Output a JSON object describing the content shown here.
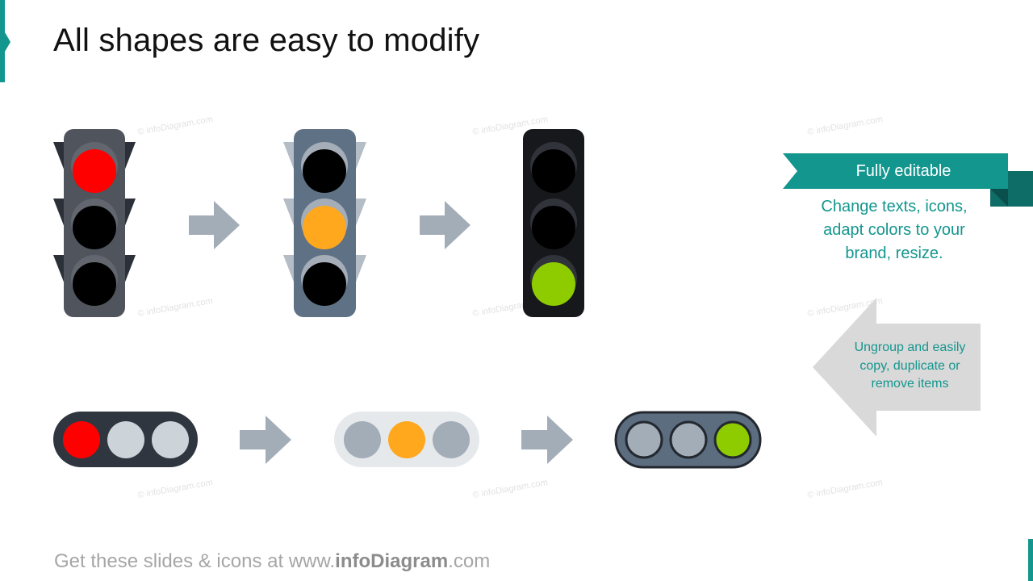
{
  "title": "All shapes are easy to modify",
  "footer": {
    "prefix": "Get these slides & icons at www.",
    "brand": "infoDiagram",
    "suffix": ".com"
  },
  "watermark": "© infoDiagram.com",
  "ribbon": {
    "label": "Fully editable"
  },
  "description": "Change texts, icons, adapt colors to your brand, resize.",
  "callout": {
    "text": "Ungroup and easily copy, duplicate or remove items"
  },
  "colors": {
    "accent": "#13968e",
    "red": "#ff0000",
    "amber": "#ffa81e",
    "green": "#8ecc00",
    "arrow": "#a3adb8",
    "callout": "#d9d9d9"
  }
}
